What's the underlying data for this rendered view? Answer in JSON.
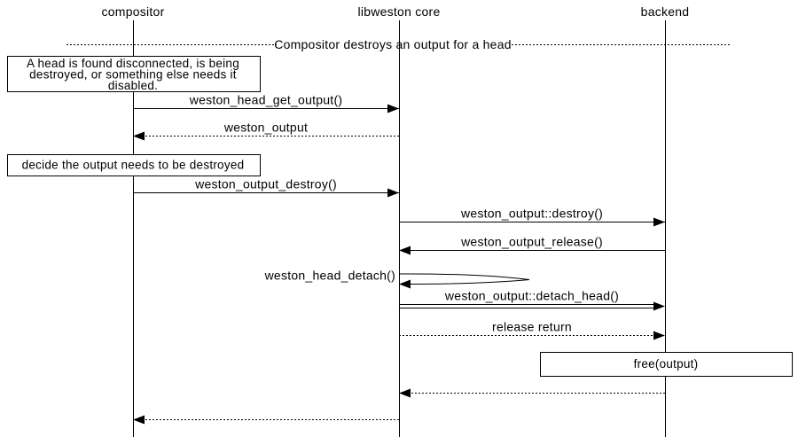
{
  "divider_title": "Compositor destroys an output for a head",
  "entities": [
    {
      "label": "compositor"
    },
    {
      "label": "libweston core"
    },
    {
      "label": "backend"
    }
  ],
  "notes": {
    "head_disconnected": {
      "line1": "A head is found disconnected, is being",
      "line2": "destroyed, or something else needs it",
      "line3": "disabled."
    },
    "decide_destroy": {
      "line1": "decide the output needs to be destroyed"
    },
    "free_output": {
      "line1": "free(output)"
    }
  },
  "messages": [
    {
      "label": "weston_head_get_output()",
      "from": "compositor",
      "to": "libweston core",
      "line_style": "solid"
    },
    {
      "label": "weston_output",
      "from": "libweston core",
      "to": "compositor",
      "line_style": "dashed"
    },
    {
      "label": "weston_output_destroy()",
      "from": "compositor",
      "to": "libweston core",
      "line_style": "solid"
    },
    {
      "label": "weston_output::destroy()",
      "from": "libweston core",
      "to": "backend",
      "line_style": "solid"
    },
    {
      "label": "weston_output_release()",
      "from": "backend",
      "to": "libweston core",
      "line_style": "solid"
    },
    {
      "label": "weston_head_detach()",
      "from": "libweston core",
      "to": "libweston core",
      "line_style": "self"
    },
    {
      "label": "weston_output::detach_head()",
      "from": "libweston core",
      "to": "backend",
      "line_style": "double"
    },
    {
      "label": "release return",
      "from": "libweston core",
      "to": "backend",
      "line_style": "dashed"
    },
    {
      "label": "",
      "from": "backend",
      "to": "libweston core",
      "line_style": "dashed"
    },
    {
      "label": "",
      "from": "libweston core",
      "to": "compositor",
      "line_style": "dashed"
    }
  ],
  "colors": {
    "foreground": "#000000",
    "background": "#ffffff"
  }
}
